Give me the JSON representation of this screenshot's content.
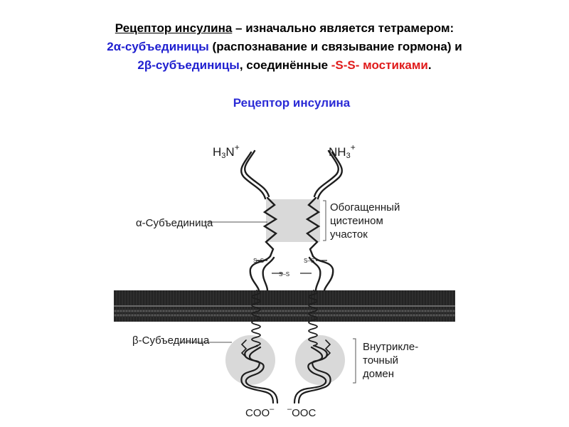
{
  "title": {
    "line1_prefix": "Рецептор  инсулина",
    "line1_rest": " – изначально является тетрамером:",
    "line2_alpha": "2α-субъединицы",
    "line2_rest": " (распознавание и связывание гормона) и",
    "line3_beta": "2β-субъединицы",
    "line3_mid": ", соединённые ",
    "line3_ss": "-S-S- мостиками",
    "line3_end": "."
  },
  "diagram": {
    "title": "Рецептор инсулина",
    "n_term_left_main": "H",
    "n_term_left_sub": "3",
    "n_term_left_n": "N",
    "n_term_left_charge": "+",
    "n_term_right_main": "NH",
    "n_term_right_sub": "3",
    "n_term_right_charge": "+",
    "alpha_label": "α-Субъединица",
    "beta_label": "β-Субъединица",
    "cysteine_label_lines": [
      "Обогащенный",
      "цистеином",
      "участок"
    ],
    "intracellular_label_lines": [
      "Внутрикле-",
      "точный",
      "домен"
    ],
    "ss_bond": "S–S",
    "c_term_left": "COO",
    "c_term_right": "OOC",
    "c_term_charge": "–",
    "colors": {
      "title_blue": "#1f1fd0",
      "subtitle_blue": "#2b2bd6",
      "bridge_red": "#e01b1b",
      "membrane": "#2e2e2e",
      "shading": "#d9d9d9"
    }
  }
}
